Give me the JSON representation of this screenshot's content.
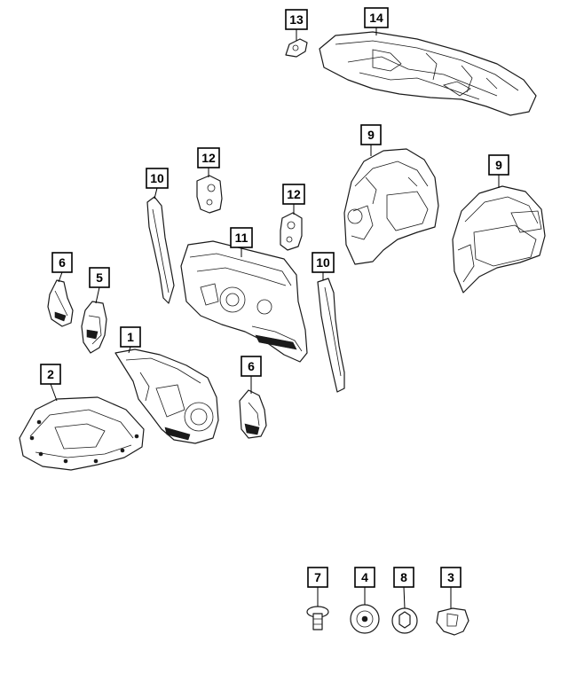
{
  "callouts": [
    {
      "id": "c13",
      "label": "13"
    },
    {
      "id": "c14",
      "label": "14"
    },
    {
      "id": "c9a",
      "label": "9"
    },
    {
      "id": "c9b",
      "label": "9"
    },
    {
      "id": "c10a",
      "label": "10"
    },
    {
      "id": "c12a",
      "label": "12"
    },
    {
      "id": "c12b",
      "label": "12"
    },
    {
      "id": "c11",
      "label": "11"
    },
    {
      "id": "c10b",
      "label": "10"
    },
    {
      "id": "c6a",
      "label": "6"
    },
    {
      "id": "c5",
      "label": "5"
    },
    {
      "id": "c1",
      "label": "1"
    },
    {
      "id": "c6b",
      "label": "6"
    },
    {
      "id": "c2",
      "label": "2"
    },
    {
      "id": "c7",
      "label": "7"
    },
    {
      "id": "c4",
      "label": "4"
    },
    {
      "id": "c8",
      "label": "8"
    },
    {
      "id": "c3",
      "label": "3"
    }
  ]
}
